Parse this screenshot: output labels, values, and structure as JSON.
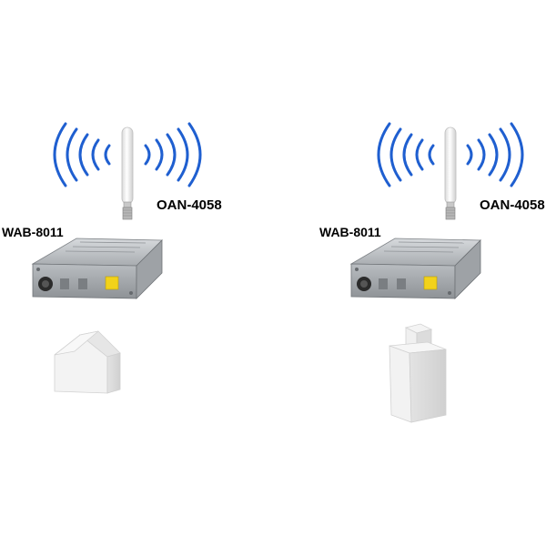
{
  "left": {
    "antenna_label": "OAN-4058",
    "device_label": "WAB-8011",
    "building_icon": "house-icon"
  },
  "right": {
    "antenna_label": "OAN-4058",
    "device_label": "WAB-8011",
    "building_icon": "tower-building-icon"
  },
  "colors": {
    "waves": "#1f5fd0",
    "antenna": "#f2f2f2",
    "device": "#a9adb1",
    "building": "#eeeeee"
  }
}
